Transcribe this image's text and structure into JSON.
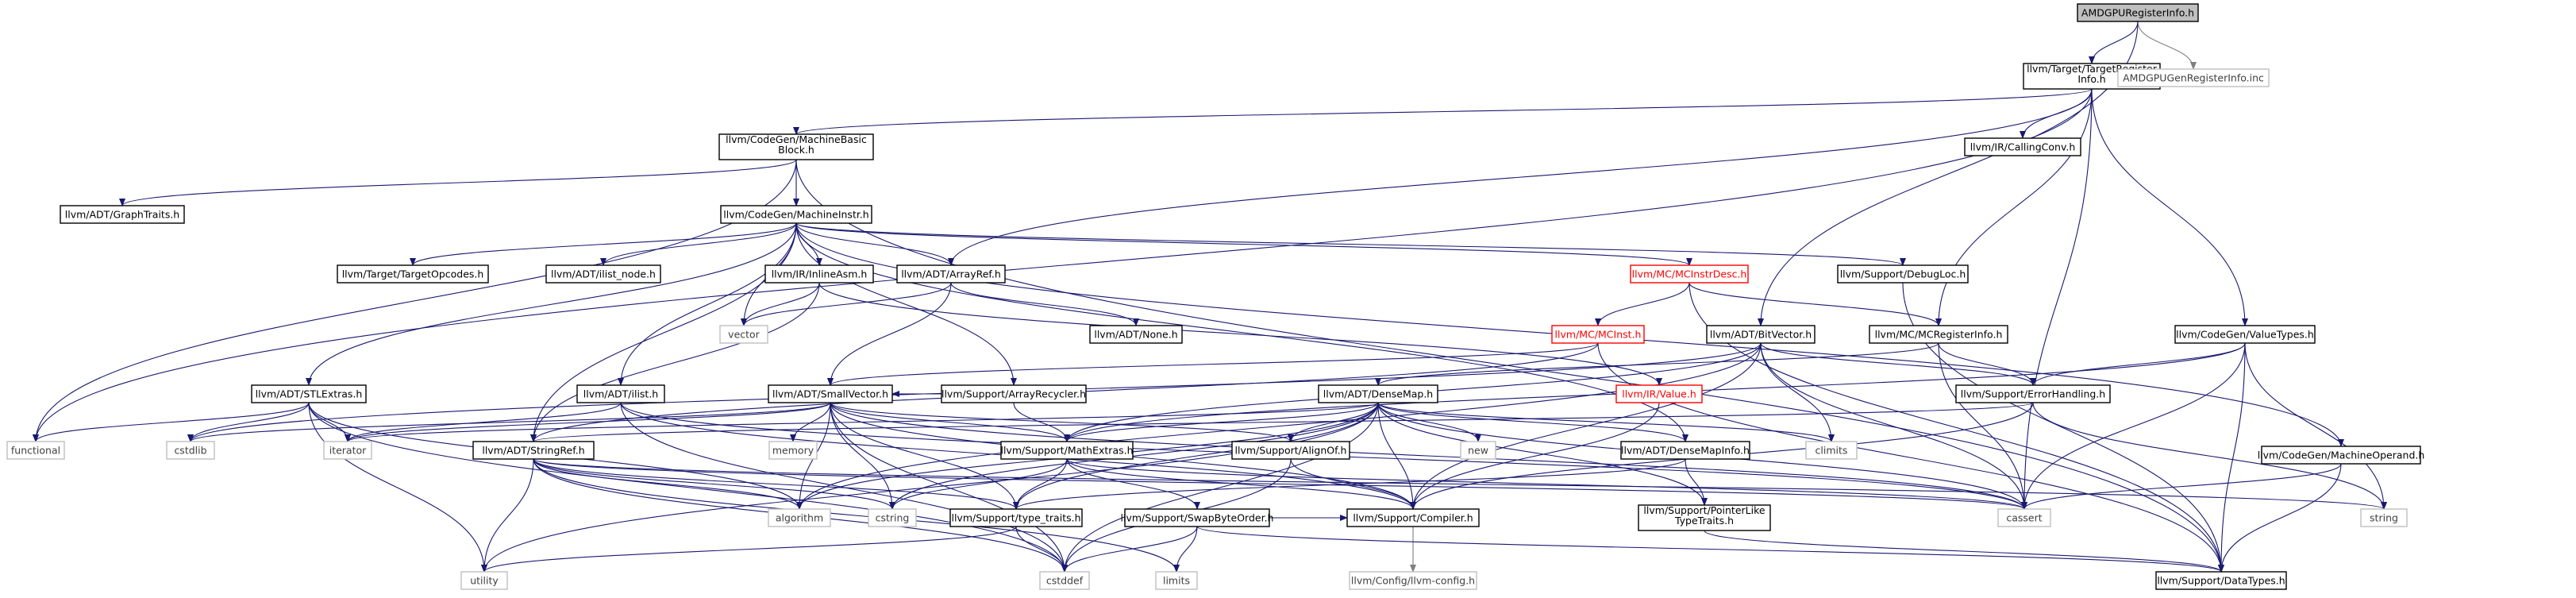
{
  "diagram": {
    "nodes": [
      {
        "id": "root",
        "lines": [
          "AMDGPURegisterInfo.h"
        ],
        "style": "root"
      },
      {
        "id": "tri",
        "lines": [
          "llvm/Target/TargetRegister",
          "Info.h"
        ],
        "style": "link"
      },
      {
        "id": "gen",
        "lines": [
          "AMDGPUGenRegisterInfo.inc"
        ],
        "style": "missing"
      },
      {
        "id": "mbb",
        "lines": [
          "llvm/CodeGen/MachineBasic",
          "Block.h"
        ],
        "style": "link"
      },
      {
        "id": "callconv",
        "lines": [
          "llvm/IR/CallingConv.h"
        ],
        "style": "link"
      },
      {
        "id": "graphtraits",
        "lines": [
          "llvm/ADT/GraphTraits.h"
        ],
        "style": "link"
      },
      {
        "id": "minstr",
        "lines": [
          "llvm/CodeGen/MachineInstr.h"
        ],
        "style": "link"
      },
      {
        "id": "targetop",
        "lines": [
          "llvm/Target/TargetOpcodes.h"
        ],
        "style": "link"
      },
      {
        "id": "ilistnode",
        "lines": [
          "llvm/ADT/ilist_node.h"
        ],
        "style": "link"
      },
      {
        "id": "inlineasm",
        "lines": [
          "llvm/IR/InlineAsm.h"
        ],
        "style": "link"
      },
      {
        "id": "arrayref",
        "lines": [
          "llvm/ADT/ArrayRef.h"
        ],
        "style": "link"
      },
      {
        "id": "mcinstrdesc",
        "lines": [
          "llvm/MC/MCInstrDesc.h"
        ],
        "style": "warn"
      },
      {
        "id": "debugloc",
        "lines": [
          "llvm/Support/DebugLoc.h"
        ],
        "style": "link"
      },
      {
        "id": "vector",
        "lines": [
          "vector"
        ],
        "style": "missing"
      },
      {
        "id": "none",
        "lines": [
          "llvm/ADT/None.h"
        ],
        "style": "link"
      },
      {
        "id": "mcinst",
        "lines": [
          "llvm/MC/MCInst.h"
        ],
        "style": "warn"
      },
      {
        "id": "bitvector",
        "lines": [
          "llvm/ADT/BitVector.h"
        ],
        "style": "link"
      },
      {
        "id": "mcreginfo",
        "lines": [
          "llvm/MC/MCRegisterInfo.h"
        ],
        "style": "link"
      },
      {
        "id": "valuetypes",
        "lines": [
          "llvm/CodeGen/ValueTypes.h"
        ],
        "style": "link"
      },
      {
        "id": "arrayrecycler",
        "lines": [
          "llvm/Support/ArrayRecycler.h"
        ],
        "style": "link"
      },
      {
        "id": "stlextras",
        "lines": [
          "llvm/ADT/STLExtras.h"
        ],
        "style": "link"
      },
      {
        "id": "ilist",
        "lines": [
          "llvm/ADT/ilist.h"
        ],
        "style": "link"
      },
      {
        "id": "smallvector",
        "lines": [
          "llvm/ADT/SmallVector.h"
        ],
        "style": "link"
      },
      {
        "id": "densemap",
        "lines": [
          "llvm/ADT/DenseMap.h"
        ],
        "style": "link"
      },
      {
        "id": "irvalue",
        "lines": [
          "llvm/IR/Value.h"
        ],
        "style": "warn"
      },
      {
        "id": "errorhandling",
        "lines": [
          "llvm/Support/ErrorHandling.h"
        ],
        "style": "link"
      },
      {
        "id": "functional",
        "lines": [
          "functional"
        ],
        "style": "missing"
      },
      {
        "id": "cstdlib",
        "lines": [
          "cstdlib"
        ],
        "style": "missing"
      },
      {
        "id": "iterator",
        "lines": [
          "iterator"
        ],
        "style": "missing"
      },
      {
        "id": "stringref",
        "lines": [
          "llvm/ADT/StringRef.h"
        ],
        "style": "link"
      },
      {
        "id": "memory",
        "lines": [
          "memory"
        ],
        "style": "missing"
      },
      {
        "id": "mathextras",
        "lines": [
          "llvm/Support/MathExtras.h"
        ],
        "style": "link"
      },
      {
        "id": "alignof",
        "lines": [
          "llvm/Support/AlignOf.h"
        ],
        "style": "link"
      },
      {
        "id": "new",
        "lines": [
          "new"
        ],
        "style": "missing"
      },
      {
        "id": "densemapinfo",
        "lines": [
          "llvm/ADT/DenseMapInfo.h"
        ],
        "style": "link"
      },
      {
        "id": "climits",
        "lines": [
          "climits"
        ],
        "style": "missing"
      },
      {
        "id": "moperand",
        "lines": [
          "llvm/CodeGen/MachineOperand.h"
        ],
        "style": "link"
      },
      {
        "id": "algorithm",
        "lines": [
          "algorithm"
        ],
        "style": "missing"
      },
      {
        "id": "cstring",
        "lines": [
          "cstring"
        ],
        "style": "missing"
      },
      {
        "id": "typetraits",
        "lines": [
          "llvm/Support/type_traits.h"
        ],
        "style": "link"
      },
      {
        "id": "compiler",
        "lines": [
          "llvm/Support/Compiler.h"
        ],
        "style": "link"
      },
      {
        "id": "pointerlike",
        "lines": [
          "llvm/Support/PointerLike",
          "TypeTraits.h"
        ],
        "style": "link"
      },
      {
        "id": "cassert",
        "lines": [
          "cassert"
        ],
        "style": "missing"
      },
      {
        "id": "string",
        "lines": [
          "string"
        ],
        "style": "missing"
      },
      {
        "id": "swapbyte",
        "lines": [
          "llvm/Support/SwapByteOrder.h"
        ],
        "style": "link"
      },
      {
        "id": "utility",
        "lines": [
          "utility"
        ],
        "style": "missing"
      },
      {
        "id": "cstddef",
        "lines": [
          "cstddef"
        ],
        "style": "missing"
      },
      {
        "id": "limits",
        "lines": [
          "limits"
        ],
        "style": "missing"
      },
      {
        "id": "llvmconfig",
        "lines": [
          "llvm/Config/llvm-config.h"
        ],
        "style": "missing"
      },
      {
        "id": "datatypes",
        "lines": [
          "llvm/Support/DataTypes.h"
        ],
        "style": "link"
      }
    ],
    "edges": [
      [
        "root",
        "tri"
      ],
      [
        "root",
        "gen"
      ],
      [
        "root",
        "bitvector"
      ],
      [
        "tri",
        "callconv"
      ],
      [
        "tri",
        "mbb"
      ],
      [
        "tri",
        "arrayref"
      ],
      [
        "tri",
        "functional"
      ],
      [
        "tri",
        "mcreginfo"
      ],
      [
        "tri",
        "valuetypes"
      ],
      [
        "tri",
        "cassert"
      ],
      [
        "mbb",
        "graphtraits"
      ],
      [
        "mbb",
        "minstr"
      ],
      [
        "mbb",
        "functional"
      ],
      [
        "mbb",
        "datatypes"
      ],
      [
        "minstr",
        "targetop"
      ],
      [
        "minstr",
        "ilistnode"
      ],
      [
        "minstr",
        "inlineasm"
      ],
      [
        "minstr",
        "arrayref"
      ],
      [
        "minstr",
        "mcinstrdesc"
      ],
      [
        "minstr",
        "debugloc"
      ],
      [
        "minstr",
        "moperand"
      ],
      [
        "minstr",
        "stlextras"
      ],
      [
        "minstr",
        "ilist"
      ],
      [
        "minstr",
        "stringref"
      ],
      [
        "minstr",
        "vector"
      ],
      [
        "minstr",
        "arrayrecycler"
      ],
      [
        "minstr",
        "densemapinfo"
      ],
      [
        "inlineasm",
        "vector"
      ],
      [
        "inlineasm",
        "stringref"
      ],
      [
        "inlineasm",
        "irvalue"
      ],
      [
        "arrayref",
        "vector"
      ],
      [
        "arrayref",
        "none"
      ],
      [
        "arrayref",
        "smallvector"
      ],
      [
        "mcinstrdesc",
        "mcinst"
      ],
      [
        "mcinstrdesc",
        "mcreginfo"
      ],
      [
        "mcinstrdesc",
        "datatypes"
      ],
      [
        "debugloc",
        "datatypes"
      ],
      [
        "mcinst",
        "smallvector"
      ],
      [
        "mcinst",
        "stringref"
      ],
      [
        "mcinst",
        "datatypes"
      ],
      [
        "mcreginfo",
        "errorhandling"
      ],
      [
        "mcreginfo",
        "cassert"
      ],
      [
        "mcreginfo",
        "densemap"
      ],
      [
        "bitvector",
        "errorhandling"
      ],
      [
        "bitvector",
        "mathextras"
      ],
      [
        "bitvector",
        "algorithm"
      ],
      [
        "bitvector",
        "cassert"
      ],
      [
        "bitvector",
        "climits"
      ],
      [
        "bitvector",
        "cstdlib"
      ],
      [
        "bitvector",
        "compiler"
      ],
      [
        "valuetypes",
        "errorhandling"
      ],
      [
        "valuetypes",
        "mathextras"
      ],
      [
        "valuetypes",
        "cassert"
      ],
      [
        "valuetypes",
        "string"
      ],
      [
        "valuetypes",
        "datatypes"
      ],
      [
        "arrayrecycler",
        "smallvector"
      ],
      [
        "arrayrecycler",
        "mathextras"
      ],
      [
        "stlextras",
        "functional"
      ],
      [
        "stlextras",
        "cstdlib"
      ],
      [
        "stlextras",
        "iterator"
      ],
      [
        "stlextras",
        "utility"
      ],
      [
        "stlextras",
        "cstddef"
      ],
      [
        "stlextras",
        "algorithm"
      ],
      [
        "ilist",
        "iterator"
      ],
      [
        "ilist",
        "compiler"
      ],
      [
        "ilist",
        "cassert"
      ],
      [
        "ilist",
        "cstddef"
      ],
      [
        "smallvector",
        "iterator"
      ],
      [
        "smallvector",
        "memory"
      ],
      [
        "smallvector",
        "algorithm"
      ],
      [
        "smallvector",
        "mathextras"
      ],
      [
        "smallvector",
        "alignof"
      ],
      [
        "smallvector",
        "typetraits"
      ],
      [
        "smallvector",
        "compiler"
      ],
      [
        "smallvector",
        "cassert"
      ],
      [
        "smallvector",
        "cstddef"
      ],
      [
        "smallvector",
        "cstdlib"
      ],
      [
        "smallvector",
        "cstring"
      ],
      [
        "densemap",
        "iterator"
      ],
      [
        "densemap",
        "mathextras"
      ],
      [
        "densemap",
        "alignof"
      ],
      [
        "densemap",
        "new"
      ],
      [
        "densemap",
        "densemapinfo"
      ],
      [
        "densemap",
        "climits"
      ],
      [
        "densemap",
        "algorithm"
      ],
      [
        "densemap",
        "typetraits"
      ],
      [
        "densemap",
        "compiler"
      ],
      [
        "densemap",
        "pointerlike"
      ],
      [
        "densemap",
        "cassert"
      ],
      [
        "densemap",
        "utility"
      ],
      [
        "densemap",
        "cstddef"
      ],
      [
        "densemap",
        "cstring"
      ],
      [
        "irvalue",
        "compiler"
      ],
      [
        "errorhandling",
        "stringref"
      ],
      [
        "errorhandling",
        "compiler"
      ],
      [
        "errorhandling",
        "string"
      ],
      [
        "stringref",
        "algorithm"
      ],
      [
        "stringref",
        "cassert"
      ],
      [
        "stringref",
        "cstring"
      ],
      [
        "stringref",
        "limits"
      ],
      [
        "stringref",
        "string"
      ],
      [
        "stringref",
        "utility"
      ],
      [
        "stringref",
        "typetraits"
      ],
      [
        "stringref",
        "cstddef"
      ],
      [
        "mathextras",
        "typetraits"
      ],
      [
        "mathextras",
        "compiler"
      ],
      [
        "mathextras",
        "swapbyte"
      ],
      [
        "mathextras",
        "cstring"
      ],
      [
        "mathextras",
        "cassert"
      ],
      [
        "alignof",
        "compiler"
      ],
      [
        "alignof",
        "cstddef"
      ],
      [
        "densemapinfo",
        "pointerlike"
      ],
      [
        "densemapinfo",
        "typetraits"
      ],
      [
        "pointerlike",
        "datatypes"
      ],
      [
        "moperand",
        "cassert"
      ],
      [
        "moperand",
        "datatypes"
      ],
      [
        "typetraits",
        "cstddef"
      ],
      [
        "typetraits",
        "utility"
      ],
      [
        "compiler",
        "llvmconfig"
      ],
      [
        "swapbyte",
        "compiler"
      ],
      [
        "swapbyte",
        "datatypes"
      ],
      [
        "swapbyte",
        "cstddef"
      ],
      [
        "swapbyte",
        "limits"
      ]
    ]
  }
}
